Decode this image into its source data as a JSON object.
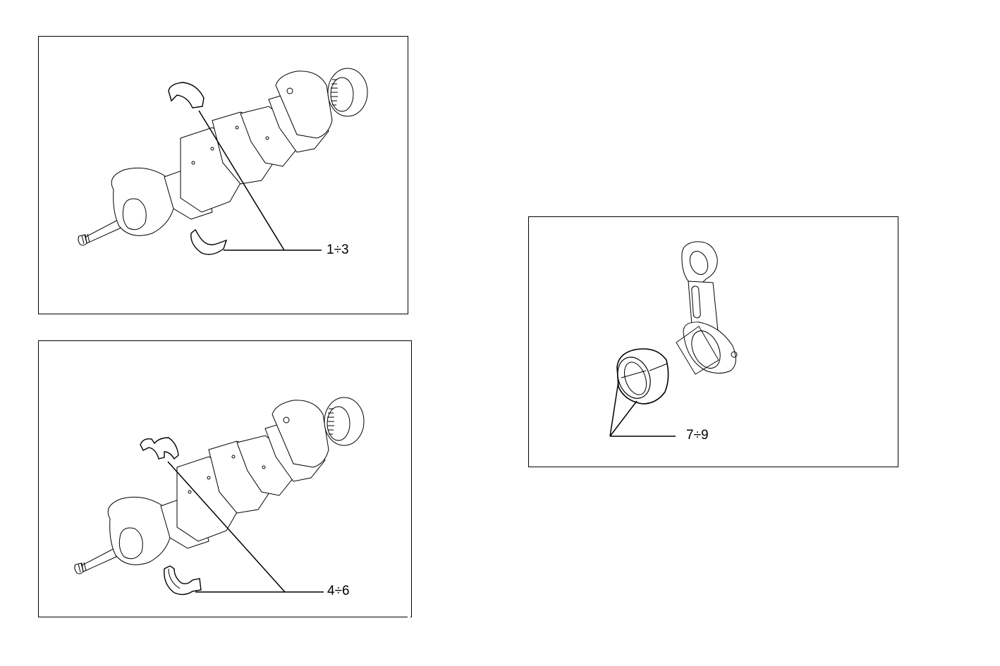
{
  "page": {
    "background": "#ffffff",
    "line_color": "#000000"
  },
  "panels": [
    {
      "id": "main-bearing-upper",
      "subject": "crankshaft with main bearing shells",
      "callout": {
        "label": "1÷3"
      }
    },
    {
      "id": "main-bearing-lower",
      "subject": "crankshaft with thrust bearing shells",
      "callout": {
        "label": "4÷6"
      }
    },
    {
      "id": "connecting-rod",
      "subject": "connecting rod with big-end bearing",
      "callout": {
        "label": "7÷9"
      }
    }
  ]
}
